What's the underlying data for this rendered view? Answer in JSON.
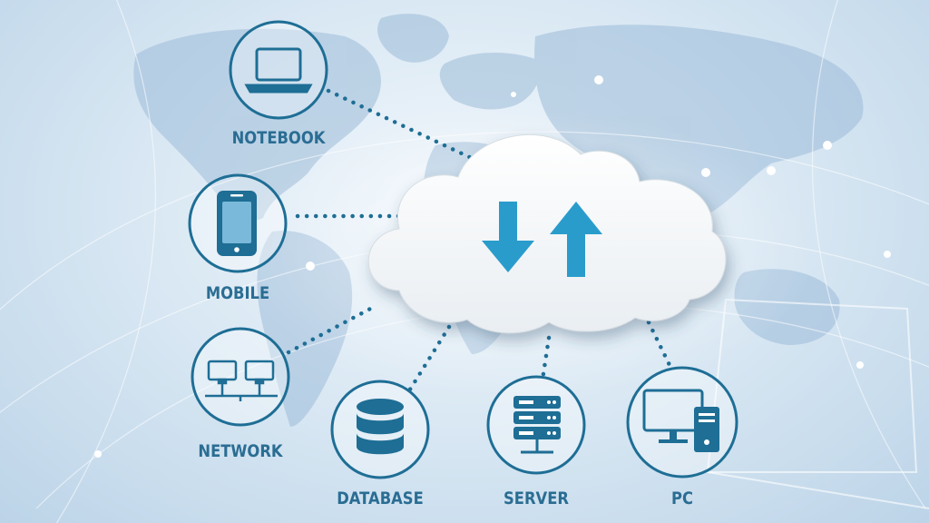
{
  "nodes": [
    {
      "id": "notebook",
      "label": "NOTEBOOK",
      "icon": "laptop-icon"
    },
    {
      "id": "mobile",
      "label": "MOBILE",
      "icon": "smartphone-icon"
    },
    {
      "id": "network",
      "label": "NETWORK",
      "icon": "network-icon"
    },
    {
      "id": "database",
      "label": "DATABASE",
      "icon": "database-icon"
    },
    {
      "id": "server",
      "label": "SERVER",
      "icon": "server-icon"
    },
    {
      "id": "pc",
      "label": "PC",
      "icon": "desktop-pc-icon"
    }
  ],
  "hub": {
    "icon": "cloud-upload-download-icon"
  },
  "colors": {
    "accent": "#1e6e95",
    "icon_fill": "#2589b8",
    "arrow": "#2a9ccc"
  }
}
